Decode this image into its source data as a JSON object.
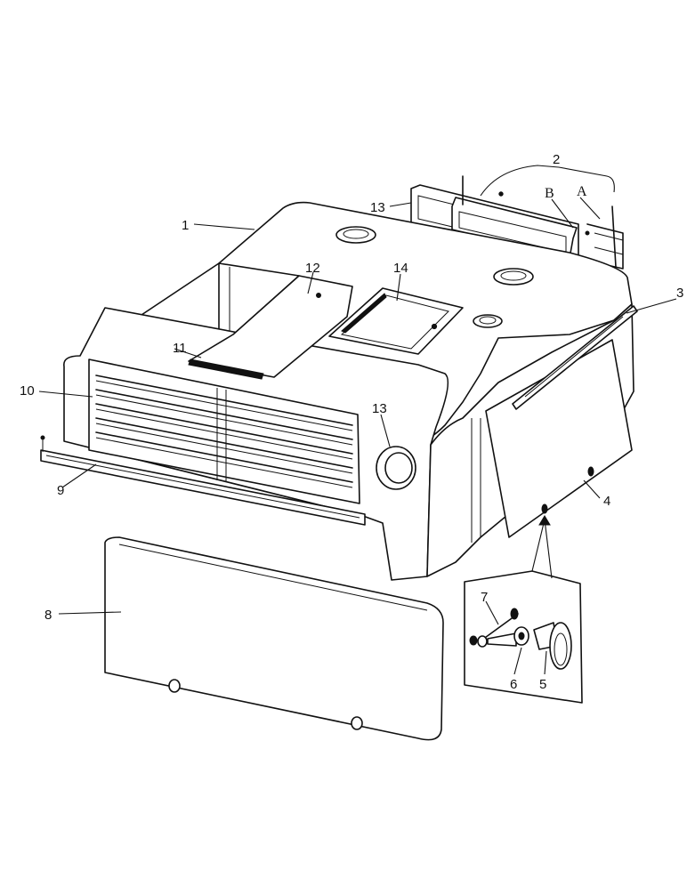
{
  "callouts": {
    "c1": "1",
    "c2": "2",
    "c3": "3",
    "c4": "4",
    "c5": "5",
    "c6": "6",
    "c7": "7",
    "c8": "8",
    "c9": "9",
    "c10": "10",
    "c11": "11",
    "c12": "12",
    "c13_top": "13",
    "c13_side": "13",
    "c14": "14",
    "cA": "A",
    "cB": "B"
  }
}
